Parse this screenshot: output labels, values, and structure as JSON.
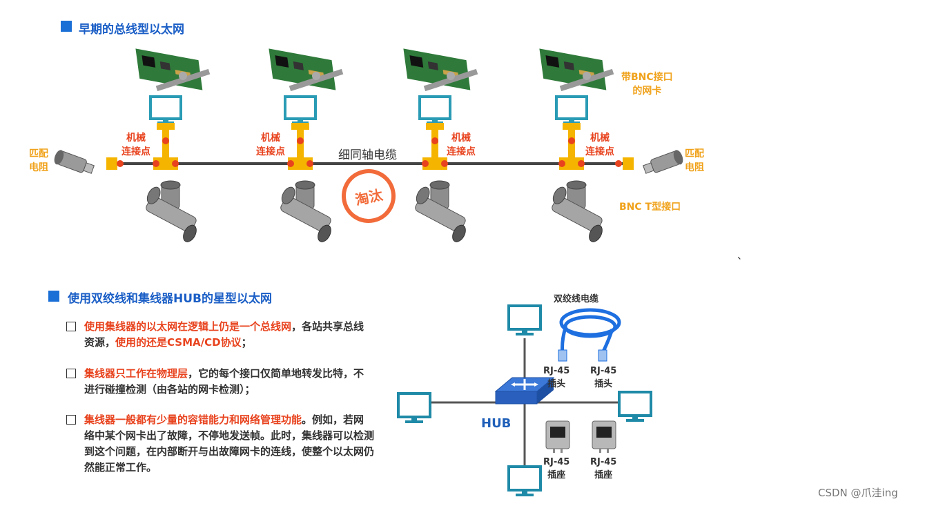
{
  "section1": {
    "title": "早期的总线型以太网",
    "nic_label": "带BNC接口\n的网卡",
    "joint_label": "机械\n连接点",
    "terminator_label": "匹配\n电阻",
    "cable_label": "细同轴电缆",
    "bnc_t_label": "BNC T型接口",
    "obsolete_stamp": "淘汰"
  },
  "section2": {
    "title": "使用双绞线和集线器HUB的星型以太网",
    "items": [
      {
        "highlight": "使用集线器的以太网在逻辑上仍是一个总线网",
        "rest": "，各站共享总线资源，",
        "highlight2": "使用的还是CSMA/CD协议",
        "rest2": "；"
      },
      {
        "highlight": "集线器只工作在物理层",
        "rest": "，它的每个接口仅简单地转发比特，不进行碰撞检测（由各站的网卡检测）；",
        "highlight2": "",
        "rest2": ""
      },
      {
        "highlight": "集线器一般都有少量的容错能力和网络管理功能",
        "rest": "。例如，若网络中某个网卡出了故障，不停地发送帧。此时，集线器可以检测到这个问题，在内部断开与出故障网卡的连线，使整个以太网仍然能正常工作。",
        "highlight2": "",
        "rest2": ""
      }
    ],
    "twisted_pair_label": "双绞线电缆",
    "rj45_plug_label": "RJ-45\n插头",
    "rj45_socket_label": "RJ-45\n插座",
    "hub_label": "HUB"
  },
  "stray_mark": "、",
  "watermark": "CSDN @爪洼ing",
  "colors": {
    "accent_blue": "#1a6fd6",
    "orange": "#f0a21b",
    "red": "#e8431e",
    "cable_blue": "#1e6fe0"
  }
}
